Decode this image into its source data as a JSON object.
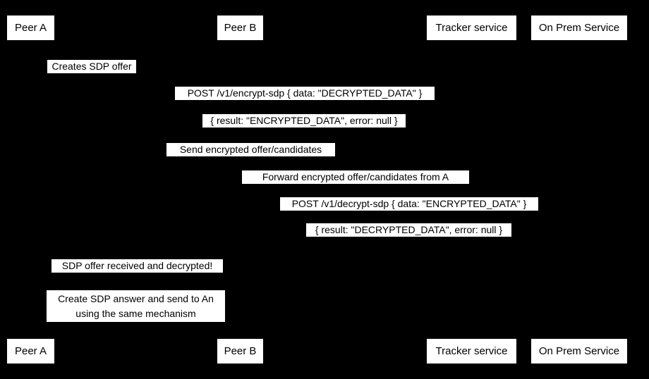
{
  "diagram": {
    "type": "sequence-diagram",
    "colors": {
      "background": "#000000",
      "box_fill": "#ffffff",
      "text": "#000000"
    },
    "participants": [
      {
        "label": "Peer A"
      },
      {
        "label": "Peer B"
      },
      {
        "label": "Tracker service"
      },
      {
        "label": "On Prem Service"
      }
    ],
    "messages": [
      {
        "label": "Creates SDP offer",
        "from": "Peer A",
        "to": "Peer A"
      },
      {
        "label": "POST /v1/encrypt-sdp { data: \"DECRYPTED_DATA\" }",
        "from": "Peer A",
        "to": "On Prem Service"
      },
      {
        "label": "{ result: \"ENCRYPTED_DATA\", error: null }",
        "from": "On Prem Service",
        "to": "Peer A"
      },
      {
        "label": "Send encrypted offer/candidates",
        "from": "Peer A",
        "to": "Tracker service"
      },
      {
        "label": "Forward encrypted offer/candidates from A",
        "from": "Tracker service",
        "to": "Peer B"
      },
      {
        "label": "POST /v1/decrypt-sdp { data: \"ENCRYPTED_DATA\" }",
        "from": "Peer B",
        "to": "On Prem Service"
      },
      {
        "label": "{ result: \"DECRYPTED_DATA\", error: null }",
        "from": "On Prem Service",
        "to": "Peer B"
      },
      {
        "label": "SDP offer received and decrypted!",
        "from": "Peer B",
        "to": "Peer A"
      }
    ],
    "note": {
      "lines": [
        "Create SDP answer and send to An",
        "using the same mechanism"
      ]
    }
  }
}
